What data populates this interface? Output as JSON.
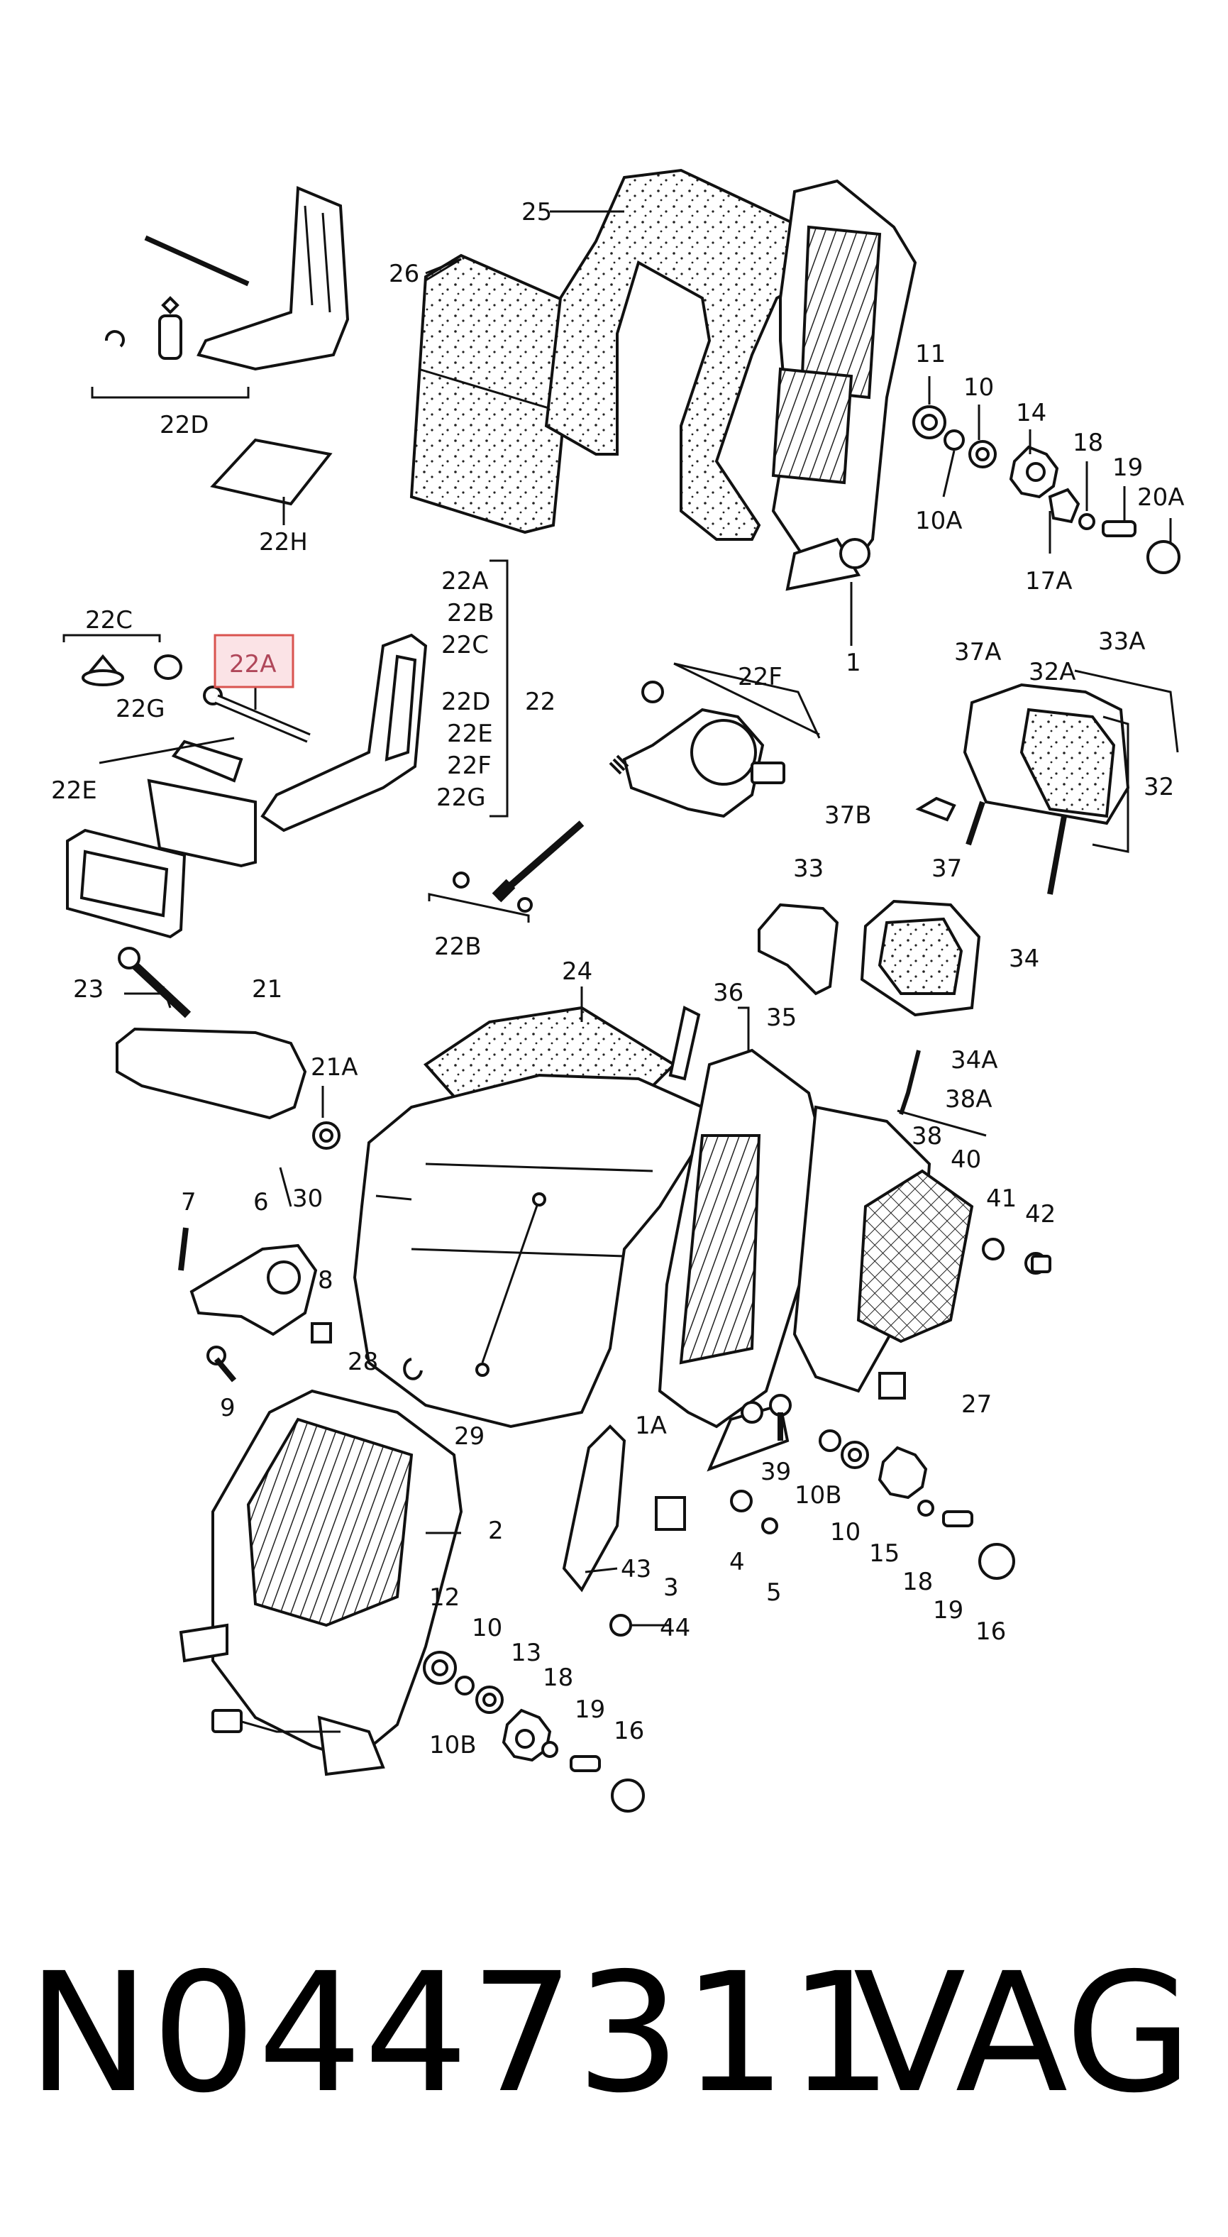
{
  "diagram": {
    "labels": {
      "l25": "25",
      "l26": "26",
      "l22D": "22D",
      "l22H": "22H",
      "l11": "11",
      "l10a": "10",
      "l14": "14",
      "l18a": "18",
      "l19a": "19",
      "l20A": "20A",
      "l10A": "10A",
      "l17A": "17A",
      "l1": "1",
      "l22C": "22C",
      "l22A": "22A",
      "l22G": "22G",
      "l22E": "22E",
      "g22A": "22A",
      "g22B": "22B",
      "g22C": "22C",
      "g22D": "22D",
      "g22E": "22E",
      "g22F": "22F",
      "g22G": "22G",
      "g22": "22",
      "l22F": "22F",
      "l22B": "22B",
      "l37A": "37A",
      "l32A": "32A",
      "l33A": "33A",
      "l32": "32",
      "l37B": "37B",
      "l33": "33",
      "l37": "37",
      "l34": "34",
      "l23": "23",
      "l21": "21",
      "l21A": "21A",
      "l24": "24",
      "l36": "36",
      "l35": "35",
      "l34A": "34A",
      "l38A": "38A",
      "l38": "38",
      "l40": "40",
      "l41": "41",
      "l42": "42",
      "l7": "7",
      "l6": "6",
      "l30": "30",
      "l8": "8",
      "l9": "9",
      "l28": "28",
      "l29": "29",
      "l1A": "1A",
      "l27": "27",
      "l39": "39",
      "l10B": "10B",
      "l10b": "10",
      "l15": "15",
      "l18b": "18",
      "l19b": "19",
      "l16a": "16",
      "l2": "2",
      "l3": "3",
      "l4": "4",
      "l5": "5",
      "l43": "43",
      "l44": "44",
      "l12": "12",
      "l10c": "10",
      "l13": "13",
      "l18c": "18",
      "l19c": "19",
      "l16b": "16",
      "l10B2": "10B"
    },
    "highlighted_part": "22A",
    "highlight_color": "#d9534f"
  },
  "footer": {
    "part_number": "N0447311",
    "brand": "VAG"
  }
}
